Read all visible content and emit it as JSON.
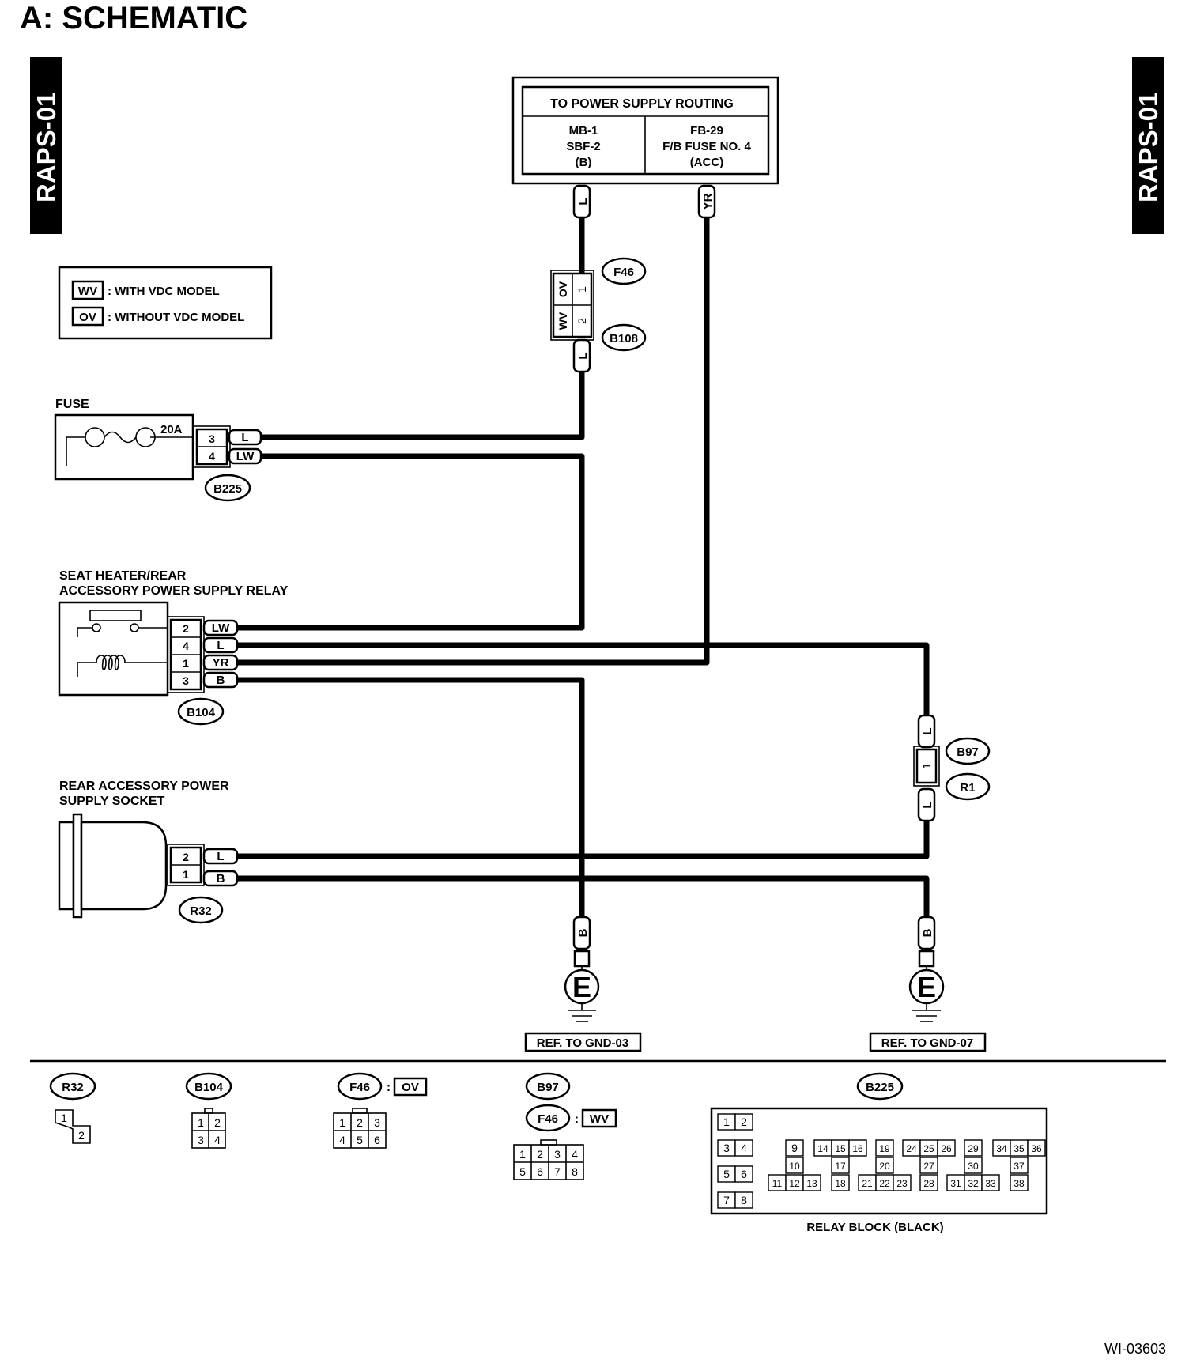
{
  "title": "A:  SCHEMATIC",
  "side_tabs": {
    "left": "RAPS-01",
    "right": "RAPS-01"
  },
  "doc_code": "WI-03603",
  "power_supply": {
    "heading": "TO POWER SUPPLY ROUTING",
    "left": [
      "MB-1",
      "SBF-2",
      "(B)"
    ],
    "right": [
      "FB-29",
      "F/B FUSE NO. 4",
      "(ACC)"
    ]
  },
  "legend": [
    {
      "code": "WV",
      "text": ": WITH VDC MODEL"
    },
    {
      "code": "OV",
      "text": ": WITHOUT VDC MODEL"
    }
  ],
  "components": {
    "fuse": {
      "label": "FUSE",
      "rating": "20A"
    },
    "relay": {
      "label_line1": "SEAT HEATER/REAR",
      "label_line2": "ACCESSORY POWER SUPPLY RELAY"
    },
    "socket": {
      "label_line1": "REAR  ACCESSORY POWER",
      "label_line2": "SUPPLY SOCKET"
    }
  },
  "connectors": {
    "F46": "F46",
    "B108": "B108",
    "B225": "B225",
    "B104": "B104",
    "B97": "B97",
    "R1": "R1",
    "R32": "R32"
  },
  "pins": {
    "f46_top": "1",
    "f46_top_variant": "OV",
    "f46_bottom": "2",
    "f46_bottom_variant": "WV",
    "b225": [
      {
        "pin": "3",
        "wire": "L"
      },
      {
        "pin": "4",
        "wire": "LW"
      }
    ],
    "b104": [
      {
        "pin": "2",
        "wire": "LW"
      },
      {
        "pin": "4",
        "wire": "L"
      },
      {
        "pin": "1",
        "wire": "YR"
      },
      {
        "pin": "3",
        "wire": "B"
      }
    ],
    "r32": [
      {
        "pin": "2",
        "wire": "L"
      },
      {
        "pin": "1",
        "wire": "B"
      }
    ],
    "b97": "1"
  },
  "wire_tags": {
    "ps_left": "L",
    "ps_right": "YR",
    "below_b108": "L",
    "above_b97": "L",
    "below_b97": "L",
    "gnd1": "B",
    "gnd2": "B"
  },
  "grounds": {
    "symbol": "E",
    "ref1": "REF. TO GND-03",
    "ref2": "REF. TO GND-07"
  },
  "bottom_views": {
    "r32": {
      "name": "R32",
      "pins": [
        "1",
        "2"
      ]
    },
    "b104": {
      "name": "B104",
      "pins": [
        "1",
        "2",
        "3",
        "4"
      ]
    },
    "f46_ov": {
      "name": "F46",
      "tag": "OV",
      "pins": [
        "1",
        "2",
        "3",
        "4",
        "5",
        "6"
      ]
    },
    "b97": {
      "name": "B97",
      "f46": "F46",
      "tag": "WV",
      "pins": [
        "1",
        "2",
        "3",
        "4",
        "5",
        "6",
        "7",
        "8"
      ]
    },
    "b225": {
      "name": "B225",
      "caption": "RELAY BLOCK (BLACK)",
      "pins": [
        "1",
        "2",
        "3",
        "4",
        "5",
        "6",
        "7",
        "8",
        "9",
        "10",
        "11",
        "12",
        "13",
        "14",
        "15",
        "16",
        "17",
        "18",
        "19",
        "20",
        "21",
        "22",
        "23",
        "24",
        "25",
        "26",
        "27",
        "28",
        "29",
        "30",
        "31",
        "32",
        "33",
        "34",
        "35",
        "36",
        "37",
        "38"
      ]
    }
  }
}
